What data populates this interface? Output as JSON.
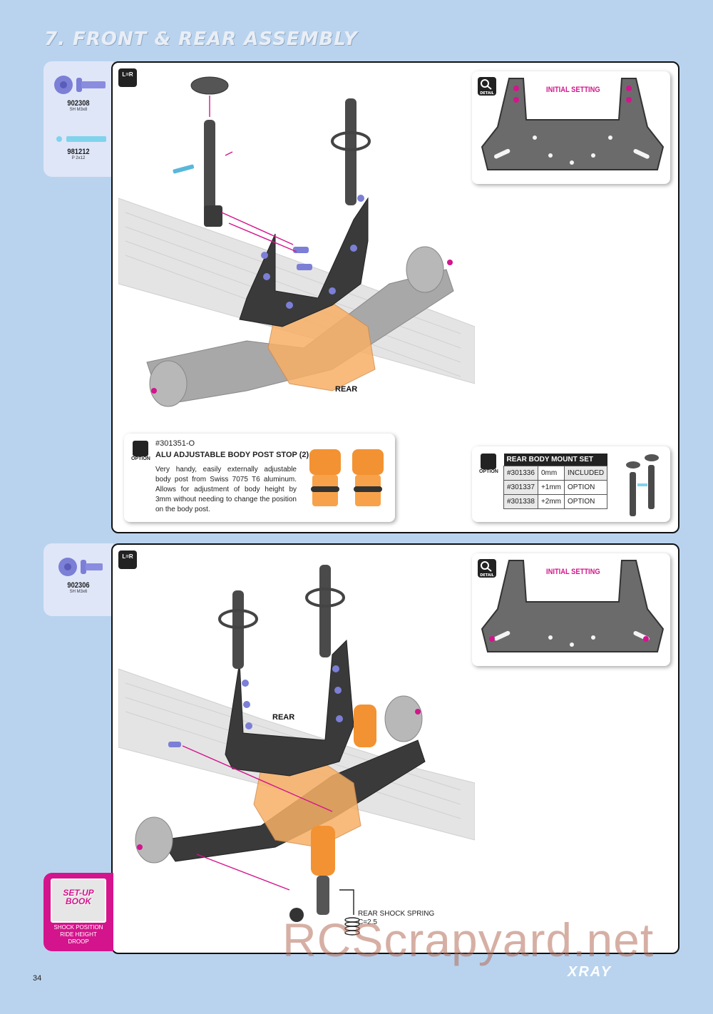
{
  "page": {
    "title": "7. FRONT & REAR ASSEMBLY",
    "number": "34",
    "brand": "XRAY",
    "watermark": "RCScrapyard.net"
  },
  "top_step": {
    "lr_icon": "L=R",
    "parts": [
      {
        "code": "902308",
        "desc": "SH M3x8",
        "icon": "screw-icon"
      },
      {
        "code": "981212",
        "desc": "P 2x12",
        "icon": "pin-icon"
      }
    ],
    "detail": {
      "label": "DETAIL",
      "title": "INITIAL SETTING"
    },
    "rear_label": "REAR",
    "option": {
      "label": "OPTION",
      "code": "#301351-O",
      "name": "ALU ADJUSTABLE BODY POST STOP (2)",
      "text": "Very handy, easily externally adjustable body post from Swiss 7075 T6 aluminum. Allows for adjustment of body height by 3mm without needing to change the position on the body post."
    },
    "mount_set": {
      "label": "OPTION",
      "header": "REAR BODY MOUNT SET",
      "rows": [
        {
          "code": "#301336",
          "size": "0mm",
          "status": "INCLUDED"
        },
        {
          "code": "#301337",
          "size": "+1mm",
          "status": "OPTION"
        },
        {
          "code": "#301338",
          "size": "+2mm",
          "status": "OPTION"
        }
      ]
    }
  },
  "bottom_step": {
    "lr_icon": "L=R",
    "parts": [
      {
        "code": "902306",
        "desc": "SH M3x6",
        "icon": "screw-icon"
      }
    ],
    "detail": {
      "label": "DETAIL",
      "title": "INITIAL SETTING"
    },
    "rear_label": "REAR",
    "spring": {
      "line1": "REAR SHOCK SPRING",
      "line2": "C=2.5"
    }
  },
  "setup_book": {
    "title_line1": "SET-UP",
    "title_line2": "BOOK",
    "items": [
      "SHOCK POSITION",
      "RIDE HEIGHT",
      "DROOP"
    ]
  },
  "colors": {
    "background": "#b9d3ee",
    "accent": "#d4148c",
    "part_blue": "#7c7fd6",
    "orange": "#f7b066"
  }
}
